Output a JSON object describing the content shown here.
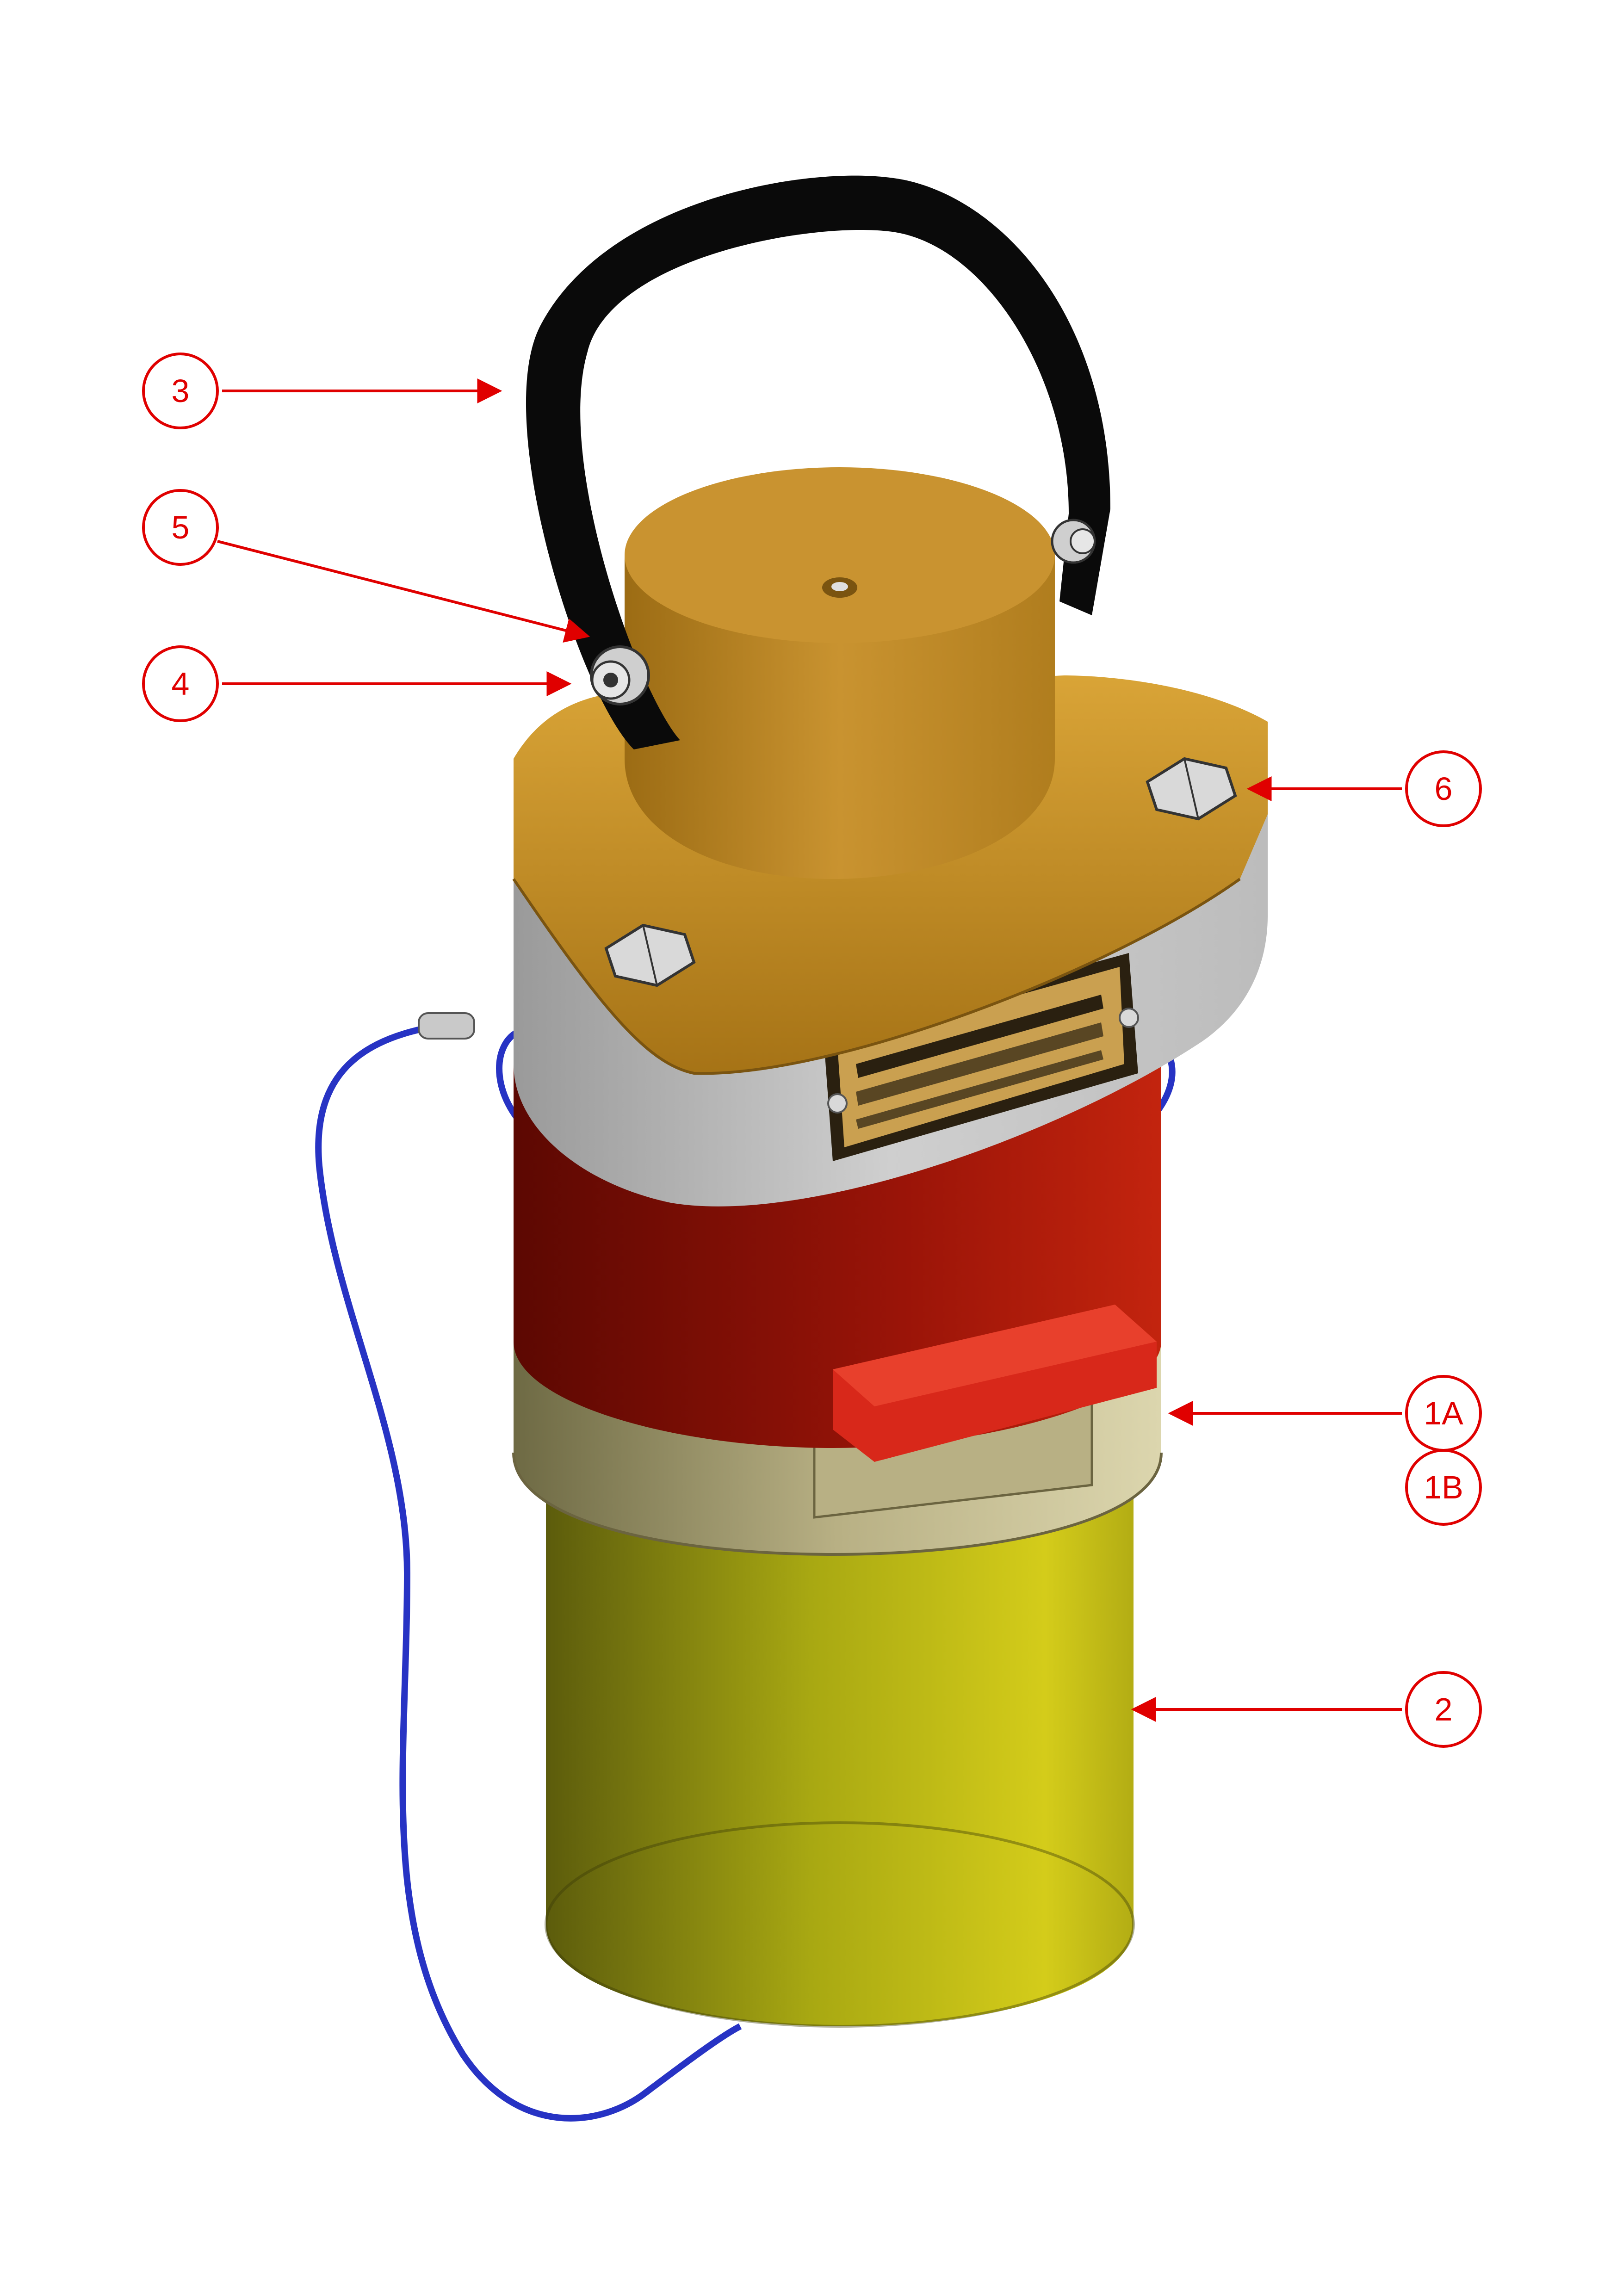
{
  "colors": {
    "callout": "#e00000",
    "strap": "#0a0a0a",
    "cap_top": "#c8962e",
    "cap_shadow": "#7a5410",
    "housing": "#c9c9c9",
    "housing_shadow": "#8f8f8f",
    "body_red": "#b51a0a",
    "body_red_dark": "#6e0a02",
    "ring": "#d8d2a6",
    "ring_shadow": "#8d8558",
    "canister": "#d4cc1a",
    "canister_dark": "#6b6a10",
    "wire": "#2733c4",
    "plate_bg": "#caa050",
    "plate_frame": "#2a2010",
    "bolt": "#d9d9d9"
  },
  "icons": {
    "handle": "strap-handle-icon",
    "bolt": "hex-bolt-icon",
    "cable": "lanyard-wire-icon",
    "plate": "nameplate-icon"
  },
  "callouts": [
    {
      "id": "3",
      "label": "3"
    },
    {
      "id": "5",
      "label": "5"
    },
    {
      "id": "4",
      "label": "4"
    },
    {
      "id": "6",
      "label": "6"
    },
    {
      "id": "1A",
      "label": "1A"
    },
    {
      "id": "1B",
      "label": "1B"
    },
    {
      "id": "2",
      "label": "2"
    }
  ]
}
